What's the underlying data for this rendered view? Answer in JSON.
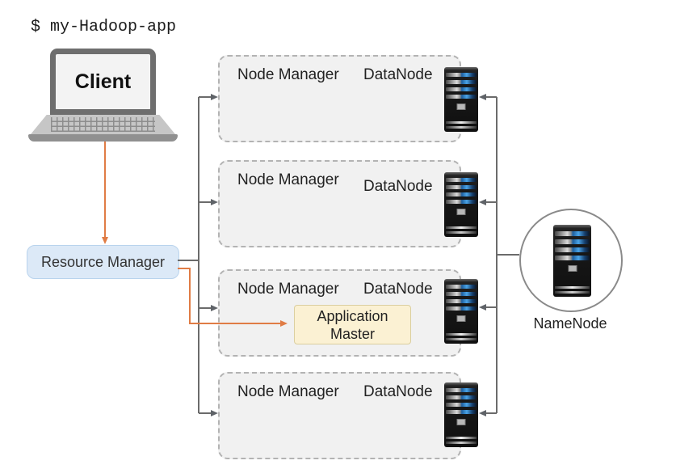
{
  "terminal": {
    "command": "$ my-Hadoop-app"
  },
  "client": {
    "label": "Client",
    "icon": "laptop-icon"
  },
  "resource_manager": {
    "label": "Resource Manager"
  },
  "worker_nodes": [
    {
      "node_manager_label": "Node Manager",
      "data_node_label": "DataNode",
      "server_icon": "server-icon"
    },
    {
      "node_manager_label": "Node Manager",
      "data_node_label": "DataNode",
      "server_icon": "server-icon"
    },
    {
      "node_manager_label": "Node Manager",
      "data_node_label": "DataNode",
      "server_icon": "server-icon",
      "application_master": {
        "line1": "Application",
        "line2": "Master"
      }
    },
    {
      "node_manager_label": "Node Manager",
      "data_node_label": "DataNode",
      "server_icon": "server-icon"
    }
  ],
  "name_node": {
    "label": "NameNode",
    "icon": "server-icon"
  },
  "colors": {
    "accent_orange": "#E07C45",
    "connector_gray": "#6B6B6B",
    "resource_manager_fill": "#DCE9F7",
    "resource_manager_border": "#B9D3ED",
    "application_master_fill": "#FBF1D3",
    "application_master_border": "#DBCF9F",
    "node_box_fill": "#F1F1F1",
    "node_box_border": "#B3B3B3",
    "server_stripe_blue": "#4AA3E6"
  }
}
